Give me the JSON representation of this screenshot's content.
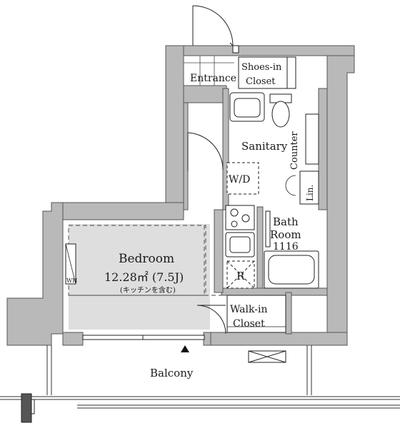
{
  "rooms": {
    "entrance": "Entrance",
    "shoes_closet_1": "Shoes-in",
    "shoes_closet_2": "Closet",
    "sanitary": "Sanitary",
    "counter": "Counter",
    "wd": "W/D",
    "linen": "Lin.",
    "bath_1": "Bath",
    "bath_2": "Room",
    "bath_3": "1116",
    "refrigerator": "R",
    "walkin_1": "Walk-in",
    "walkin_2": "Closet",
    "bedroom": "Bedroom",
    "bedroom_area": "12.28㎡ (7.5J)",
    "bedroom_note": "(キッチンを含む)",
    "wh": "WH",
    "balcony": "Balcony"
  },
  "colors": {
    "wall": "#b9b9b9",
    "wall_stroke": "#555555",
    "bedroom_fill": "#dedede",
    "line": "#222222"
  }
}
